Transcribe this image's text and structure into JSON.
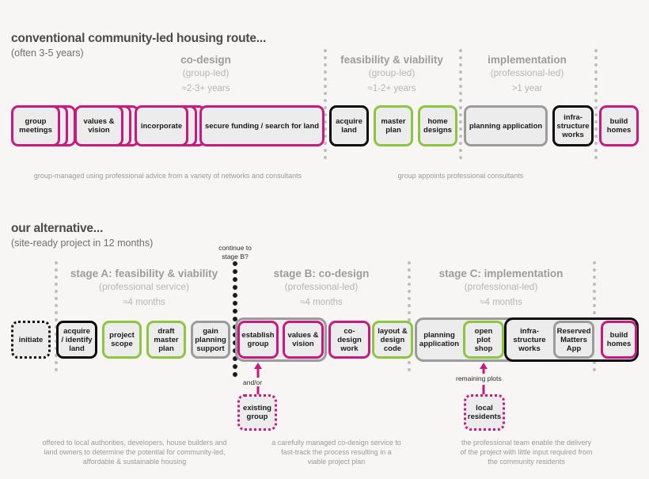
{
  "conventional": {
    "title": "conventional community-led housing route...",
    "subtitle": "(often 3-5 years)",
    "phases": [
      {
        "title": "co-design",
        "lead": "(group-led)",
        "duration": "≈2-3+ years"
      },
      {
        "title": "feasibility & viability",
        "lead": "(group-led)",
        "duration": "≈1-2+ years"
      },
      {
        "title": "implementation",
        "lead": "(professional-led)",
        "duration": ">1 year"
      }
    ],
    "steps": [
      {
        "label": "group\nmeetings",
        "color": "pink",
        "stacked": true
      },
      {
        "label": "values &\nvision",
        "color": "pink",
        "stacked": true
      },
      {
        "label": "incorporate",
        "color": "pink",
        "stacked": true
      },
      {
        "label": "secure funding / search for land",
        "color": "pink",
        "stacked": false
      },
      {
        "label": "acquire\nland",
        "color": "black",
        "stacked": false
      },
      {
        "label": "master\nplan",
        "color": "green",
        "stacked": false
      },
      {
        "label": "home\ndesigns",
        "color": "green",
        "stacked": false
      },
      {
        "label": "planning application",
        "color": "grey",
        "stacked": false
      },
      {
        "label": "infra-\nstructure\nworks",
        "color": "black",
        "stacked": false
      },
      {
        "label": "build\nhomes",
        "color": "pink",
        "stacked": false
      }
    ],
    "captions": [
      "group-managed using professional advice from a variety of networks and consultants",
      "group appoints professional consultants"
    ]
  },
  "alternative": {
    "title": "our alternative...",
    "subtitle": "(site-ready project in 12 months)",
    "continue_note": "continue to\nstage B?",
    "phases": [
      {
        "title": "stage A: feasibility & viability",
        "lead": "(professional service)",
        "duration": "≈4 months"
      },
      {
        "title": "stage B: co-design",
        "lead": "(professional-led)",
        "duration": "≈4 months"
      },
      {
        "title": "stage C: implementation",
        "lead": "(professional-led)",
        "duration": "≈4 months"
      }
    ],
    "steps": [
      {
        "label": "initiate",
        "color": "dotted-black"
      },
      {
        "label": "acquire\n/ identify\nland",
        "color": "black"
      },
      {
        "label": "project\nscope",
        "color": "green"
      },
      {
        "label": "draft\nmaster\nplan",
        "color": "green"
      },
      {
        "label": "gain\nplanning\nsupport",
        "color": "grey"
      },
      {
        "label": "establish\ngroup",
        "color": "pink"
      },
      {
        "label": "values &\nvision",
        "color": "pink"
      },
      {
        "label": "co-design\nwork",
        "color": "pink"
      },
      {
        "label": "layout &\ndesign\ncode",
        "color": "green"
      },
      {
        "label": "planning\napplication",
        "color": "grey"
      },
      {
        "label": "open plot\nshop",
        "color": "green"
      },
      {
        "label": "infra-\nstructure\nworks",
        "color": "black"
      },
      {
        "label": "Reserved\nMatters\nApp",
        "color": "grey"
      },
      {
        "label": "build\nhomes",
        "color": "pink"
      }
    ],
    "callouts": [
      {
        "arrow_label": "and/or",
        "box_label": "existing\ngroup"
      },
      {
        "arrow_label": "remaining plots",
        "box_label": "local\nresidents"
      }
    ],
    "captions": [
      "offered to local authorities, developers, house builders and\nland owners to determine the potential for community-led,\naffordable & sustainable housing",
      "a carefully managed co-design service to\nfast-track the process resulting in a\nviable project plan",
      "the professional team enable the delivery\nof the project with little input required from\nthe community residents"
    ]
  },
  "colors": {
    "pink": "#c9187e",
    "green": "#8cc63f",
    "grey": "#9b9b9b",
    "black": "#0d0d0d",
    "background": "#f7f6f5",
    "box_fill": "#ececec"
  }
}
